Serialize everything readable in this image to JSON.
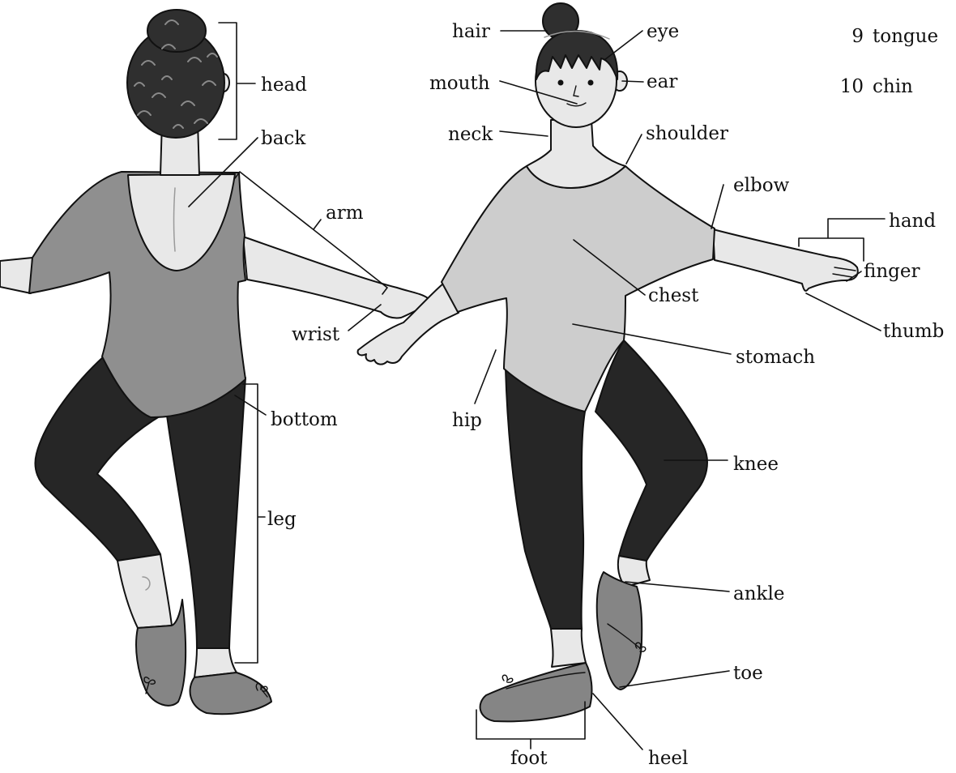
{
  "back_view": {
    "head": "head",
    "back": "back",
    "arm": "arm",
    "wrist": "wrist",
    "bottom": "bottom",
    "leg": "leg"
  },
  "front_view": {
    "hair": "hair",
    "eye": "eye",
    "mouth": "mouth",
    "ear": "ear",
    "neck": "neck",
    "shoulder": "shoulder",
    "elbow": "elbow",
    "hand": "hand",
    "finger": "finger",
    "chest": "chest",
    "thumb": "thumb",
    "stomach": "stomach",
    "hip": "hip",
    "knee": "knee",
    "ankle": "ankle",
    "toe": "toe",
    "foot": "foot",
    "heel": "heel"
  },
  "extra_words": [
    {
      "number": "9",
      "word": "tongue"
    },
    {
      "number": "10",
      "word": "chin"
    }
  ],
  "colors": {
    "skin": "#e8e8e8",
    "leotard_back": "#8f8f8f",
    "leotard_front": "#cdcdcd",
    "leggings": "#262626",
    "hair": "#2f2f2f",
    "shoes": "#858585"
  }
}
